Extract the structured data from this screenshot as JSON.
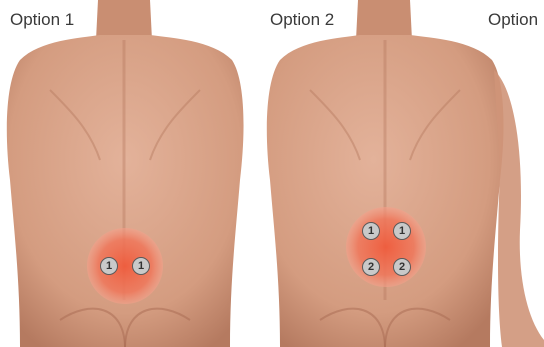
{
  "options": [
    {
      "label": "Option 1",
      "markers": [
        "1",
        "1"
      ]
    },
    {
      "label": "Option 2",
      "markers": [
        "1",
        "1",
        "2",
        "2"
      ]
    },
    {
      "label": "Option"
    }
  ],
  "colors": {
    "skin": "#d9a58a",
    "skin_shadow": "#b97d63",
    "application_area": "#ee6a4d",
    "marker_fill": "#c9c9c9"
  }
}
